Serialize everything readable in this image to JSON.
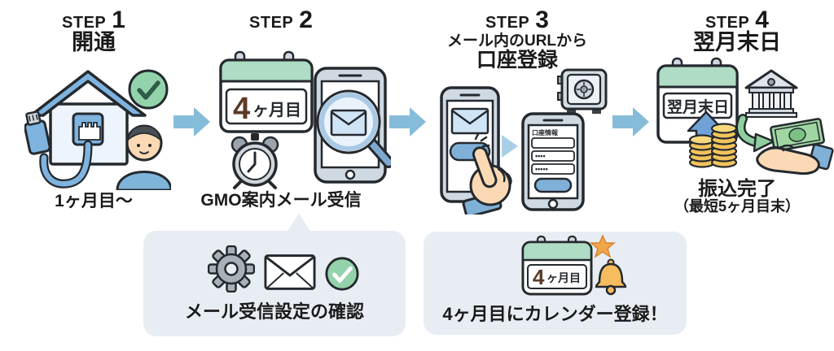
{
  "steps": [
    {
      "label": "STEP",
      "number": "1",
      "title": "開通",
      "caption": "1ヶ月目〜",
      "icons": [
        "lan-cable-icon",
        "house-icon",
        "check-circle-icon",
        "person-icon"
      ]
    },
    {
      "label": "STEP",
      "number": "2",
      "caption": "GMO案内メール受信",
      "calendar_text_big": "4",
      "calendar_text_small": "ヶ月目",
      "icons": [
        "calendar-icon",
        "alarm-clock-icon",
        "smartphone-icon",
        "magnifier-mail-icon"
      ]
    },
    {
      "label": "STEP",
      "number": "3",
      "title_line1": "メール内のURLから",
      "title_line2": "口座登録",
      "form": {
        "title": "口座情報",
        "field2": "••••",
        "field3": "•••••"
      },
      "icons": [
        "smartphone-mail-icon",
        "tap-hand-icon",
        "mini-arrow-icon",
        "smartphone-form-icon",
        "safe-icon"
      ]
    },
    {
      "label": "STEP",
      "number": "4",
      "title": "翌月末日",
      "calendar_text": "翌月末日",
      "caption_line1": "振込完了",
      "caption_line2": "（最短5ヶ月目末）",
      "icons": [
        "calendar-icon",
        "up-arrow-icon",
        "coins-icon",
        "bank-icon",
        "curved-arrow-icon",
        "banknote-icon",
        "receiving-hand-icon"
      ]
    }
  ],
  "notes": {
    "left": {
      "text": "メール受信設定の確認",
      "icons": [
        "gear-icon",
        "mail-icon",
        "check-circle-icon"
      ]
    },
    "right": {
      "text": "4ヶ月目にカレンダー登録！",
      "calendar_text_big": "4",
      "calendar_text_small": "ヶ月目",
      "icons": [
        "calendar-star-icon",
        "bell-icon"
      ]
    }
  },
  "colors": {
    "background": "#ffffff",
    "text": "#1a1a1a",
    "flow_arrow": "#85bcd9",
    "note_box": "#e8edf4",
    "calendar_header": "#aedcc4",
    "calendar_number_brown": "#5b3a26",
    "accent_blue": "#7fb0d8",
    "coin_gold": "#f2c35c",
    "bell_orange": "#f6bc5e",
    "check_green": "#93d3ab",
    "money_green": "#9fd6a2"
  }
}
